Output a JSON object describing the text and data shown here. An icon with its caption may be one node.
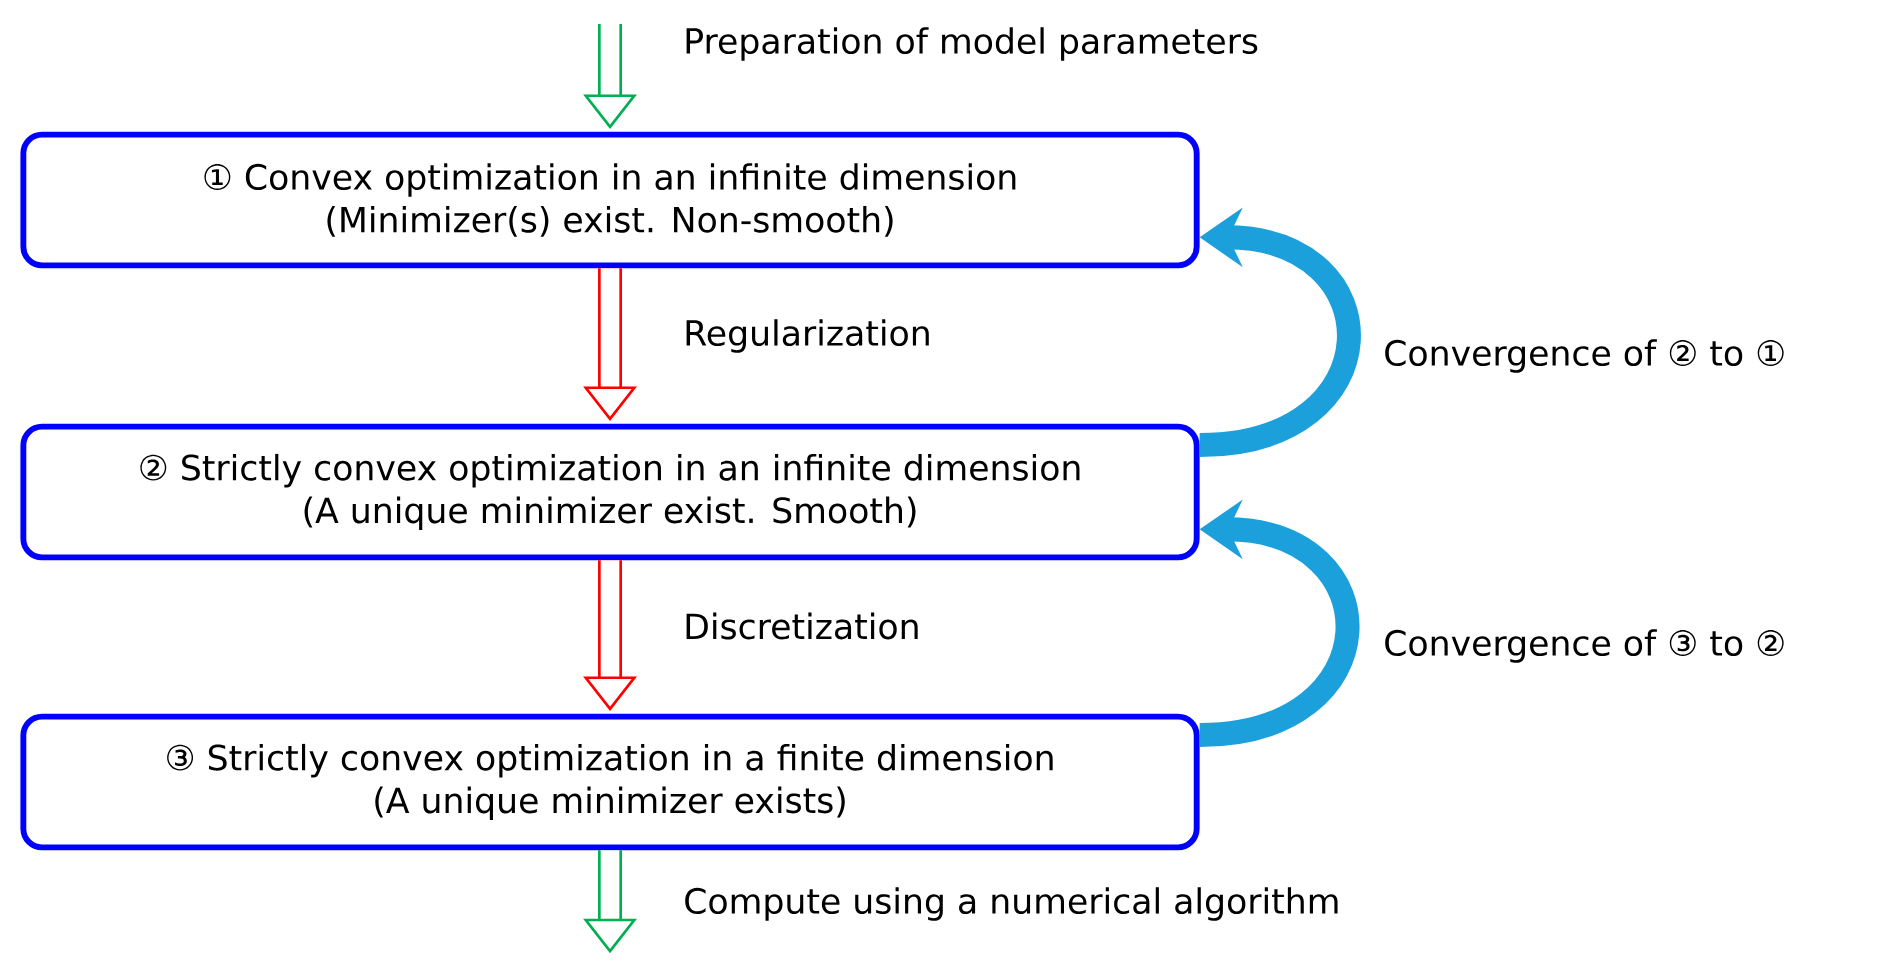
{
  "diagram": {
    "nodes": [
      {
        "text": [
          "① Convex optimization in an infinite dimension",
          "(Minimizer(s) exist. Non-smooth)"
        ]
      },
      {
        "text": [
          "② Strictly convex optimization in an infinite dimension",
          "(A unique minimizer exist. Smooth)"
        ]
      },
      {
        "text": [
          "③ Strictly convex optimization in a finite dimension",
          "(A unique minimizer exists)"
        ]
      }
    ],
    "edges": [
      {
        "from": null,
        "to": 0,
        "arrow": "to",
        "label": "Preparation of model parameters",
        "color": "#00b050"
      },
      {
        "from": 0,
        "to": 1,
        "arrow": "to",
        "label": "Regularization",
        "color": "#ff0000"
      },
      {
        "from": 1,
        "to": 0,
        "arrow": "to",
        "label": "Convergence of ② to ①",
        "color": "#1ca0dc"
      },
      {
        "from": 1,
        "to": 2,
        "arrow": "to",
        "label": "Discretization",
        "color": "#ff0000"
      },
      {
        "from": 2,
        "to": 1,
        "arrow": "to",
        "label": "Convergence of ③ to ②",
        "color": "#1ca0dc"
      },
      {
        "from": 2,
        "to": null,
        "arrow": "to",
        "label": "Compute using a numerical algorithm",
        "color": "#00b050"
      }
    ]
  }
}
